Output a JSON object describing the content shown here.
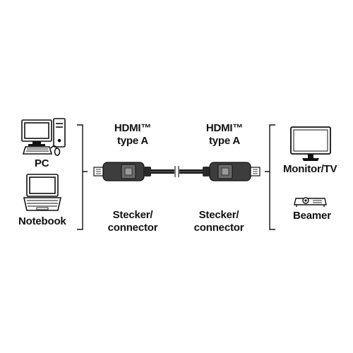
{
  "left_devices": {
    "pc_label": "PC",
    "notebook_label": "Notebook"
  },
  "right_devices": {
    "monitor_label": "Monitor/TV",
    "beamer_label": "Beamer"
  },
  "cable": {
    "left_plug_type_line1": "HDMI™",
    "left_plug_type_line2": "type A",
    "right_plug_type_line1": "HDMI™",
    "right_plug_type_line2": "type A",
    "left_connector_line1": "Stecker/",
    "left_connector_line2": "connector",
    "right_connector_line1": "Stecker/",
    "right_connector_line2": "connector"
  }
}
